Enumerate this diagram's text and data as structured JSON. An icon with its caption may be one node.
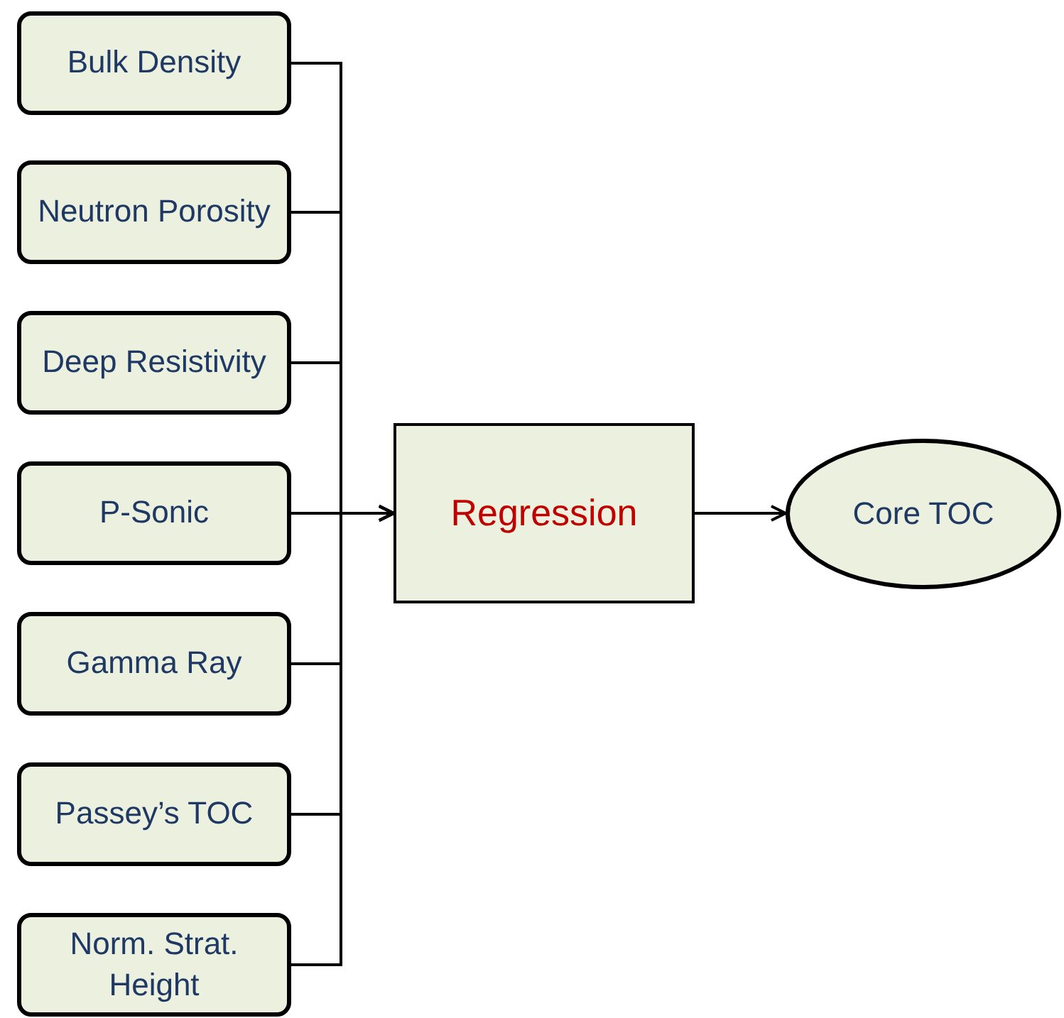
{
  "diagram": {
    "nodes": [
      {
        "text": [
          "Bulk Density"
        ]
      },
      {
        "text": [
          "Neutron Porosity"
        ]
      },
      {
        "text": [
          "Deep Resistivity"
        ]
      },
      {
        "text": [
          "P-Sonic"
        ]
      },
      {
        "text": [
          "Gamma Ray"
        ]
      },
      {
        "text": [
          "Passey’s TOC"
        ]
      },
      {
        "text": [
          "Norm. Strat. Height"
        ]
      },
      {
        "text": [
          "Regression"
        ]
      },
      {
        "text": [
          "Core TOC"
        ]
      }
    ],
    "edges": [
      {
        "from": 0,
        "to": 7,
        "arrow": "to"
      },
      {
        "from": 1,
        "to": 7,
        "arrow": "to"
      },
      {
        "from": 2,
        "to": 7,
        "arrow": "to"
      },
      {
        "from": 3,
        "to": 7,
        "arrow": "to"
      },
      {
        "from": 4,
        "to": 7,
        "arrow": "to"
      },
      {
        "from": 5,
        "to": 7,
        "arrow": "to"
      },
      {
        "from": 6,
        "to": 7,
        "arrow": "to"
      },
      {
        "from": 7,
        "to": 8,
        "arrow": "to"
      }
    ]
  }
}
